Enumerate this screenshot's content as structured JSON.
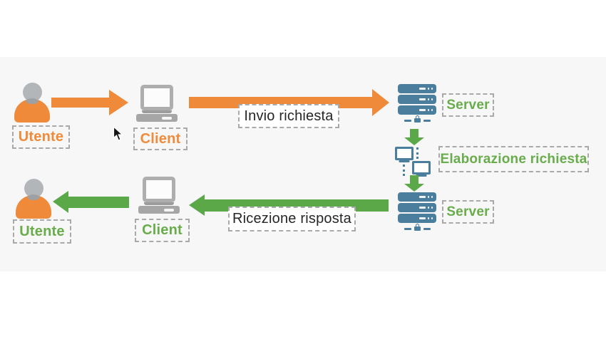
{
  "labels": {
    "top": {
      "utente": "Utente",
      "client": "Client",
      "arrow": "Invio richiesta",
      "server": "Server"
    },
    "middle": {
      "process": "Elaborazione richiesta"
    },
    "bottom": {
      "server": "Server",
      "arrow": "Ricezione risposta",
      "client": "Client",
      "utente": "Utente"
    }
  },
  "colors": {
    "orange": "#ee8a3a",
    "green": "#5ba848",
    "green_text": "#69ac4b",
    "steel_blue": "#4b7d9c",
    "label_border": "#a9a9a9",
    "band_background": "#f7f7f8",
    "note_text": "#262626"
  },
  "icons": {
    "user": "person-icon",
    "client": "laptop-icon",
    "server": "server-rack-icon",
    "process": "networked-computers-icon",
    "pointer": "mouse-cursor-icon"
  }
}
